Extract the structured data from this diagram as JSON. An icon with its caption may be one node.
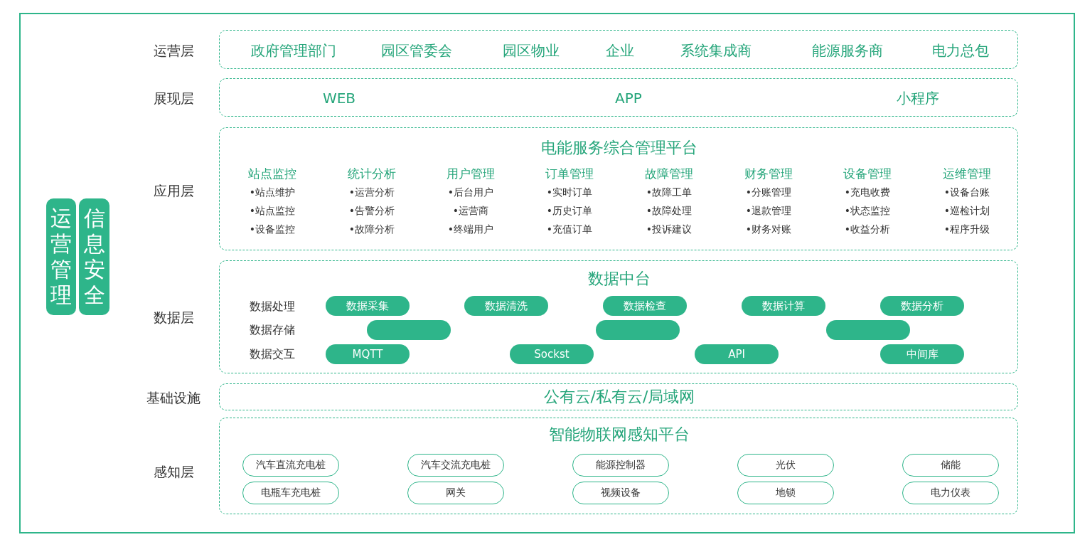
{
  "diagram": {
    "nodes": [
      {
        "text": [
          "运营层",
          "政府管理部门",
          "园区管委会",
          "园区物业",
          "企业",
          "系统集成商",
          "能源服务商",
          "电力总包"
        ]
      },
      {
        "text": [
          "展现层",
          "WEB",
          "APP",
          "小程序"
        ]
      },
      {
        "text": [
          "应用层",
          "电能服务综合管理平台",
          "站点监控",
          "•站点维护",
          "•站点监控",
          "•设备监控",
          "统计分析",
          "•运营分析",
          "•告警分析",
          "•故障分析",
          "用户管理",
          "•后台用户",
          "•运营商",
          "•终端用户",
          "订单管理",
          "•实时订单",
          "•历史订单",
          "•充值订单",
          "故障管理",
          "•故障工单",
          "•故障处理",
          "•投诉建议",
          "财务管理",
          "•分账管理",
          "•退款管理",
          "•财务对账",
          "设备管理",
          "•充电收费",
          "•状态监控",
          "•收益分析",
          "运维管理",
          "•设备台账",
          "•巡检计划",
          "•程序升级"
        ]
      },
      {
        "text": [
          "数据层",
          "数据中台",
          "数据处理",
          "数据存储",
          "数据交互"
        ]
      },
      {
        "text": [
          "数据采集"
        ],
        "in": 3
      },
      {
        "text": [
          "数据清洗"
        ],
        "in": 3
      },
      {
        "text": [
          "数据检查"
        ],
        "in": 3
      },
      {
        "text": [
          "数据计算"
        ],
        "in": 3
      },
      {
        "text": [
          "数据分析"
        ],
        "in": 3
      },
      {
        "text": [],
        "shape": "box",
        "in": 3
      },
      {
        "text": [],
        "shape": "box",
        "in": 3
      },
      {
        "text": [],
        "shape": "box",
        "in": 3
      },
      {
        "text": [
          "MQTT"
        ],
        "in": 3
      },
      {
        "text": [
          "Sockst"
        ],
        "in": 3
      },
      {
        "text": [
          "API"
        ],
        "in": 3
      },
      {
        "text": [
          "中间库"
        ],
        "in": 3
      },
      {
        "text": [
          "基础设施",
          "公有云/私有云/局域网"
        ]
      },
      {
        "text": [
          "感知层",
          "智能物联网感知平台"
        ]
      },
      {
        "text": [
          "汽车直流充电桩"
        ],
        "in": 17
      },
      {
        "text": [
          "汽车交流充电桩"
        ],
        "in": 17
      },
      {
        "text": [
          "能源控制器"
        ],
        "in": 17
      },
      {
        "text": [
          "光伏"
        ],
        "in": 17
      },
      {
        "text": [
          "储能"
        ],
        "in": 17
      },
      {
        "text": [
          "电瓶车充电桩"
        ],
        "in": 17
      },
      {
        "text": [
          "网关"
        ],
        "in": 17
      },
      {
        "text": [
          "视频设备"
        ],
        "in": 17
      },
      {
        "text": [
          "地锁"
        ],
        "in": 17
      },
      {
        "text": [
          "电力仪表"
        ],
        "in": 17
      },
      {
        "text": [
          "运营管理"
        ]
      },
      {
        "text": [
          "信息安全"
        ]
      }
    ]
  }
}
